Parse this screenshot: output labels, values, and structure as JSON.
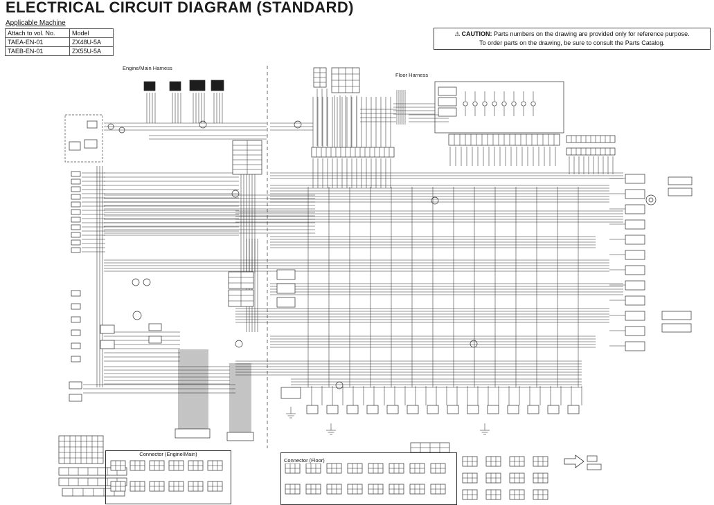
{
  "page": {
    "title": "ELECTRICAL CIRCUIT DIAGRAM (STANDARD)"
  },
  "applicable_machine": {
    "label": "Applicable Machine",
    "col1_header": "Attach to vol. No.",
    "col2_header": "Model",
    "rows": [
      {
        "vol_no": "TAEA-EN-01",
        "model": "ZX48U-5A"
      },
      {
        "vol_no": "TAEB-EN-01",
        "model": "ZX55U-5A"
      }
    ]
  },
  "caution": {
    "icon": "⚠",
    "prefix": "CAUTION:",
    "line1": "Parts numbers on the drawing are provided only for reference purpose.",
    "line2": "To order parts on the drawing, be sure to consult the Parts Catalog."
  },
  "diagram": {
    "engine_harness_label": "Engine/Main Harness",
    "floor_harness_label": "Floor Harness",
    "connector_engine_label": "Connector (Engine/Main)",
    "connector_floor_label": "Connector (Floor)"
  }
}
